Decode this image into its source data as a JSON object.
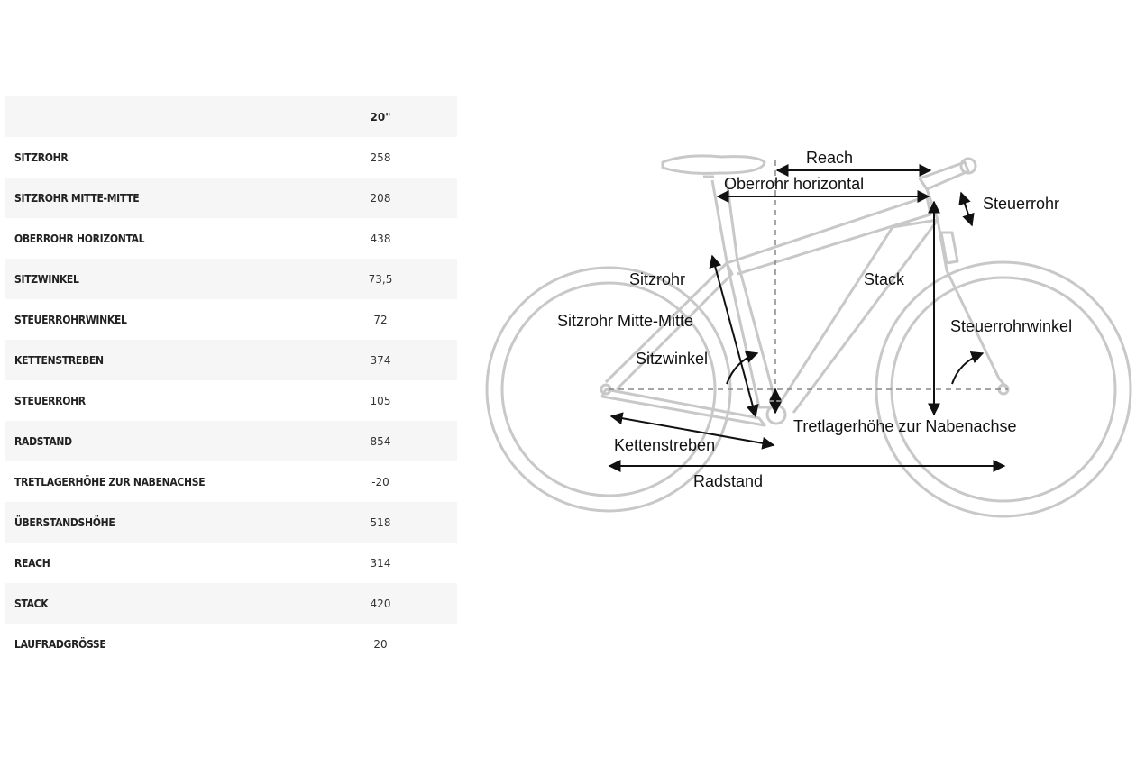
{
  "table": {
    "size_header": "20\"",
    "rows": [
      {
        "label": "SITZROHR",
        "value": "258"
      },
      {
        "label": "SITZROHR MITTE-MITTE",
        "value": "208"
      },
      {
        "label": "OBERROHR HORIZONTAL",
        "value": "438"
      },
      {
        "label": "SITZWINKEL",
        "value": "73,5"
      },
      {
        "label": "STEUERROHRWINKEL",
        "value": "72"
      },
      {
        "label": "KETTENSTREBEN",
        "value": "374"
      },
      {
        "label": "STEUERROHR",
        "value": "105"
      },
      {
        "label": "RADSTAND",
        "value": "854"
      },
      {
        "label": "TRETLAGERHÖHE ZUR NABENACHSE",
        "value": "-20"
      },
      {
        "label": "ÜBERSTANDSHÖHE",
        "value": "518"
      },
      {
        "label": "REACH",
        "value": "314"
      },
      {
        "label": "STACK",
        "value": "420"
      },
      {
        "label": "LAUFRADGRÖSSE",
        "value": "20"
      }
    ]
  },
  "diagram": {
    "labels": {
      "reach": "Reach",
      "oberrohr": "Oberrohr horizontal",
      "steuerrohr": "Steuerrohr",
      "sitzrohr": "Sitzrohr",
      "stack": "Stack",
      "sitzrohr_mm": "Sitzrohr Mitte-Mitte",
      "steuerrohrwinkel": "Steuerrohrwinkel",
      "sitzwinkel": "Sitzwinkel",
      "tretlager": "Tretlagerhöhe zur Nabenachse",
      "kettenstreben": "Kettenstreben",
      "radstand": "Radstand"
    }
  },
  "colors": {
    "frame": "#c8c8c8",
    "arrow": "#111111",
    "dashed": "#888888"
  }
}
